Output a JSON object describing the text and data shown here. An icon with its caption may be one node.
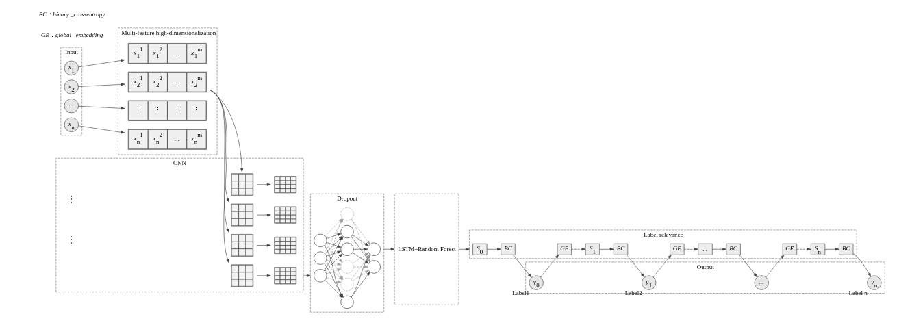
{
  "diagram": {
    "nodes": [
      {
        "text": [
          "Input"
        ]
      },
      {
        "text": [
          "*x*$_{1}$"
        ],
        "in": 0
      },
      {
        "text": [
          "*x*$_{2}$"
        ],
        "in": 0
      },
      {
        "text": [
          "..."
        ],
        "in": 0
      },
      {
        "text": [
          "*x*$_{n}$"
        ],
        "in": 0
      },
      {
        "text": [
          "Multi-feature high-dimensionalization"
        ]
      },
      {
        "text": [
          "*x*$_{1}$$^{1}$",
          "*x*$_{1}$$^{2}$",
          "...",
          "*x*$_{1}$$^{m}$"
        ],
        "in": 5
      },
      {
        "text": [
          "*x*$_{2}$$^{1}$",
          "*x*$_{2}$$^{2}$",
          "...",
          "*x*$_{2}$$^{m}$"
        ],
        "in": 5
      },
      {
        "text": [
          "⋮",
          "⋮",
          "⋮",
          "⋮"
        ],
        "in": 5
      },
      {
        "text": [
          "*x*$_{n}$$^{1}$",
          "*x*$_{n}$$^{2}$",
          "...",
          "*x*$_{n}$$^{m}$"
        ],
        "in": 5
      },
      {
        "text": [
          "CNN"
        ]
      },
      {
        "text": [],
        "shape": "grid",
        "in": 10
      },
      {
        "text": [],
        "shape": "grid",
        "in": 10
      },
      {
        "text": [],
        "shape": "grid",
        "in": 10
      },
      {
        "text": [],
        "shape": "grid",
        "in": 10
      },
      {
        "text": [],
        "shape": "grid",
        "in": 10
      },
      {
        "text": [],
        "shape": "grid",
        "in": 10
      },
      {
        "text": [],
        "shape": "grid",
        "in": 10
      },
      {
        "text": [],
        "shape": "grid",
        "in": 10
      },
      {
        "text": [
          "Dropout"
        ]
      },
      {
        "text": [],
        "shape": "circle",
        "in": 19
      },
      {
        "text": [],
        "shape": "circle",
        "in": 19
      },
      {
        "text": [],
        "shape": "circle",
        "in": 19
      },
      {
        "text": [],
        "shape": "circle",
        "in": 19
      },
      {
        "text": [],
        "shape": "circle",
        "in": 19
      },
      {
        "text": [],
        "shape": "circle",
        "in": 19
      },
      {
        "text": [],
        "shape": "circle",
        "in": 19
      },
      {
        "text": [],
        "shape": "circle",
        "in": 19
      },
      {
        "text": [],
        "shape": "circle",
        "in": 19
      },
      {
        "text": [],
        "shape": "circle",
        "in": 19
      },
      {
        "text": [],
        "shape": "circle",
        "in": 19
      },
      {
        "text": [
          "LSTM+Random Forest"
        ]
      },
      {
        "text": [
          "Label relevance"
        ]
      },
      {
        "text": [
          "Output"
        ]
      },
      {
        "text": [
          "*S*$_{0}$"
        ],
        "in": 32
      },
      {
        "text": [
          "*BC*"
        ],
        "in": 32
      },
      {
        "text": [
          "*y*$_{0}$"
        ],
        "in": 33,
        "beside": [
          "Label1"
        ]
      },
      {
        "text": [
          "*GE*"
        ],
        "in": 32
      },
      {
        "text": [
          "*S*$_{1}$"
        ],
        "in": 32
      },
      {
        "text": [
          "*BC*"
        ],
        "in": 32
      },
      {
        "text": [
          "*y*$_{1}$"
        ],
        "in": 33,
        "beside": [
          "Label2"
        ]
      },
      {
        "text": [
          "*GE*"
        ],
        "in": 32
      },
      {
        "text": [
          "..."
        ],
        "in": 32
      },
      {
        "text": [
          "*BC*"
        ],
        "in": 32
      },
      {
        "text": [
          "..."
        ],
        "in": 33
      },
      {
        "text": [
          "*GE*"
        ],
        "in": 32
      },
      {
        "text": [
          "*S*$_{n}$"
        ],
        "in": 32
      },
      {
        "text": [
          "*BC*"
        ],
        "in": 32
      },
      {
        "text": [
          "*y*$_{n}$"
        ],
        "in": 33,
        "beside": [
          "Label n"
        ]
      }
    ],
    "edges": [
      {
        "from": 1,
        "to": 6,
        "arrow": "to"
      },
      {
        "from": 2,
        "to": 7,
        "arrow": "to"
      },
      {
        "from": 3,
        "to": 8,
        "arrow": "to"
      },
      {
        "from": 4,
        "to": 9,
        "arrow": "to"
      },
      {
        "from": 7,
        "to": 11,
        "arrow": "to"
      },
      {
        "from": 7,
        "to": 13,
        "arrow": "to"
      },
      {
        "from": 7,
        "to": 15,
        "arrow": "to"
      },
      {
        "from": 7,
        "to": 17,
        "arrow": "to"
      },
      {
        "from": 11,
        "to": 12,
        "arrow": "to"
      },
      {
        "from": 13,
        "to": 14,
        "arrow": "to"
      },
      {
        "from": 15,
        "to": 16,
        "arrow": "to"
      },
      {
        "from": 17,
        "to": 18,
        "arrow": "to"
      },
      {
        "from": 10,
        "to": 19,
        "arrow": "to"
      },
      {
        "from": 20,
        "to": 23,
        "arrow": "to"
      },
      {
        "from": 20,
        "to": 24,
        "arrow": "to",
        "style": "dashed",
        "color": "#a0a0a0"
      },
      {
        "from": 20,
        "to": 25,
        "arrow": "to"
      },
      {
        "from": 20,
        "to": 26,
        "arrow": "to",
        "style": "dashed",
        "color": "#a0a0a0"
      },
      {
        "from": 20,
        "to": 27,
        "arrow": "to",
        "style": "dashed",
        "color": "#a0a0a0"
      },
      {
        "from": 20,
        "to": 28,
        "arrow": "to"
      },
      {
        "from": 21,
        "to": 23,
        "arrow": "to"
      },
      {
        "from": 21,
        "to": 24,
        "arrow": "to",
        "style": "dashed",
        "color": "#a0a0a0"
      },
      {
        "from": 21,
        "to": 25,
        "arrow": "to"
      },
      {
        "from": 21,
        "to": 26,
        "arrow": "to",
        "style": "dashed",
        "color": "#a0a0a0"
      },
      {
        "from": 21,
        "to": 27,
        "arrow": "to",
        "style": "dashed",
        "color": "#a0a0a0"
      },
      {
        "from": 21,
        "to": 28,
        "arrow": "to"
      },
      {
        "from": 22,
        "to": 23,
        "arrow": "to"
      },
      {
        "from": 22,
        "to": 24,
        "arrow": "to",
        "style": "dashed",
        "color": "#a0a0a0"
      },
      {
        "from": 22,
        "to": 25,
        "arrow": "to"
      },
      {
        "from": 22,
        "to": 26,
        "arrow": "to",
        "style": "dashed",
        "color": "#a0a0a0"
      },
      {
        "from": 22,
        "to": 27,
        "arrow": "to",
        "style": "dashed",
        "color": "#a0a0a0"
      },
      {
        "from": 22,
        "to": 28,
        "arrow": "to"
      },
      {
        "from": 23,
        "to": 29,
        "arrow": "to"
      },
      {
        "from": 23,
        "to": 30,
        "arrow": "to"
      },
      {
        "from": 24,
        "to": 29,
        "arrow": "to",
        "style": "dashed",
        "color": "#a0a0a0"
      },
      {
        "from": 24,
        "to": 30,
        "arrow": "to",
        "style": "dashed",
        "color": "#a0a0a0"
      },
      {
        "from": 25,
        "to": 29,
        "arrow": "to"
      },
      {
        "from": 25,
        "to": 30,
        "arrow": "to"
      },
      {
        "from": 26,
        "to": 29,
        "arrow": "to",
        "style": "dashed",
        "color": "#a0a0a0"
      },
      {
        "from": 26,
        "to": 30,
        "arrow": "to",
        "style": "dashed",
        "color": "#a0a0a0"
      },
      {
        "from": 27,
        "to": 29,
        "arrow": "to",
        "style": "dashed",
        "color": "#a0a0a0"
      },
      {
        "from": 27,
        "to": 30,
        "arrow": "to",
        "style": "dashed",
        "color": "#a0a0a0"
      },
      {
        "from": 28,
        "to": 29,
        "arrow": "to"
      },
      {
        "from": 28,
        "to": 30,
        "arrow": "to"
      },
      {
        "from": 19,
        "to": 31,
        "arrow": "to"
      },
      {
        "from": 31,
        "to": 32,
        "arrow": "to"
      },
      {
        "from": 34,
        "to": 35,
        "arrow": "to"
      },
      {
        "from": 35,
        "to": 36,
        "arrow": "to"
      },
      {
        "from": 36,
        "to": 37,
        "arrow": "to",
        "style": "dashed"
      },
      {
        "from": 37,
        "to": 38,
        "arrow": "to",
        "style": "dashed"
      },
      {
        "from": 38,
        "to": 39,
        "arrow": "to"
      },
      {
        "from": 39,
        "to": 40,
        "arrow": "to"
      },
      {
        "from": 40,
        "to": 41,
        "arrow": "to",
        "style": "dashed"
      },
      {
        "from": 41,
        "to": 42,
        "arrow": "to",
        "style": "dashed"
      },
      {
        "from": 42,
        "to": 43,
        "arrow": "to"
      },
      {
        "from": 43,
        "to": 44,
        "arrow": "to"
      },
      {
        "from": 44,
        "to": 45,
        "arrow": "to",
        "style": "dashed"
      },
      {
        "from": 45,
        "to": 46,
        "arrow": "to",
        "style": "dashed"
      },
      {
        "from": 46,
        "to": 47,
        "arrow": "to"
      },
      {
        "from": 47,
        "to": 48,
        "arrow": "to"
      }
    ],
    "labels": [
      "⋮",
      "⋮",
      "GE：global   embedding",
      "BC：binary _crossentropy"
    ]
  }
}
